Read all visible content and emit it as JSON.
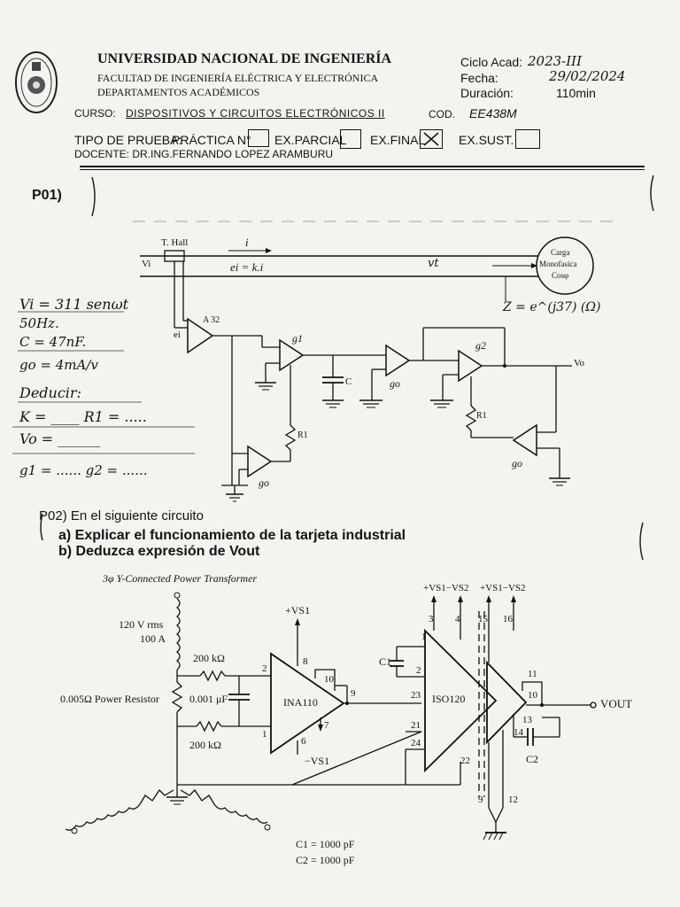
{
  "header": {
    "university": "UNIVERSIDAD NACIONAL DE INGENIERÍA",
    "faculty": "FACULTAD DE INGENIERÍA ELÉCTRICA Y ELECTRÓNICA",
    "department": "DEPARTAMENTOS ACADÉMICOS",
    "ciclo_label": "Ciclo Acad:",
    "ciclo_value": "2023-III",
    "fecha_label": "Fecha:",
    "fecha_value": "29/02/2024",
    "duracion_label": "Duración:",
    "duracion_value": "110min",
    "curso_label": "CURSO:",
    "curso_value": "DISPOSITIVOS Y CIRCUITOS ELECTRÓNICOS II",
    "cod_label": "COD.",
    "cod_value": "EE438M",
    "tipo_label": "TIPO DE PRUEBA:",
    "practica_label": "PRÁCTICA N°",
    "parcial_label": "EX.PARCIAL",
    "final_label": "EX.FINAL",
    "sust_label": "EX.SUST.",
    "selected_type": "EX.FINAL",
    "docente": "DOCENTE: DR.ING.FERNANDO LOPEZ ARAMBURU"
  },
  "p01": {
    "label": "P01)",
    "handwritten": {
      "vi": "Vi = 311 senωt",
      "freq": "50Hz.",
      "cap": "C = 47nF.",
      "go": "go = 4mA/v",
      "deducir": "Deducir:",
      "line1": "K = ____   R1 = .....",
      "line2": "Vo = ______",
      "line3": "g1 = ......   g2 = ......",
      "load_z": "Z = e^(j37) (Ω)"
    },
    "circuit": {
      "t_hall": "T. Hall",
      "i": "i",
      "vi": "Vi",
      "ei_eq": "ei = k.i",
      "vt": "vt",
      "load": [
        "Carga",
        "Monofasica",
        "Cosφ"
      ],
      "ei": "ei",
      "ampl": "A 32",
      "g1": "g1",
      "g2": "g2",
      "go": "go",
      "c": "C",
      "r1": "R1",
      "vo": "Vo"
    }
  },
  "p02": {
    "label": "P02)",
    "intro": "En el siguiente circuito",
    "a": "a)  Explicar el funcionamiento de la tarjeta industrial",
    "b": "b)  Deduzca expresión de Vout",
    "circuit": {
      "transformer": "3φ Y-Connected Power Transformer",
      "vrms": "120 V rms",
      "amps": "100 A",
      "r200_top": "200 kΩ",
      "r200_bot": "200 kΩ",
      "cap": "0.001 μF",
      "resistor": "0.005Ω  Power Resistor",
      "ina": "INA110",
      "iso": "ISO120",
      "vs1_plus": "+VS1",
      "vs1_minus": "−VS1",
      "iso_sup1": "+VS1−VS2",
      "iso_sup2": "+VS1−VS2",
      "c1": "C1",
      "c2": "C2",
      "vout": "VOUT",
      "c1_val": "C1 = 1000 pF",
      "c2_val": "C2 = 1000 pF"
    }
  }
}
